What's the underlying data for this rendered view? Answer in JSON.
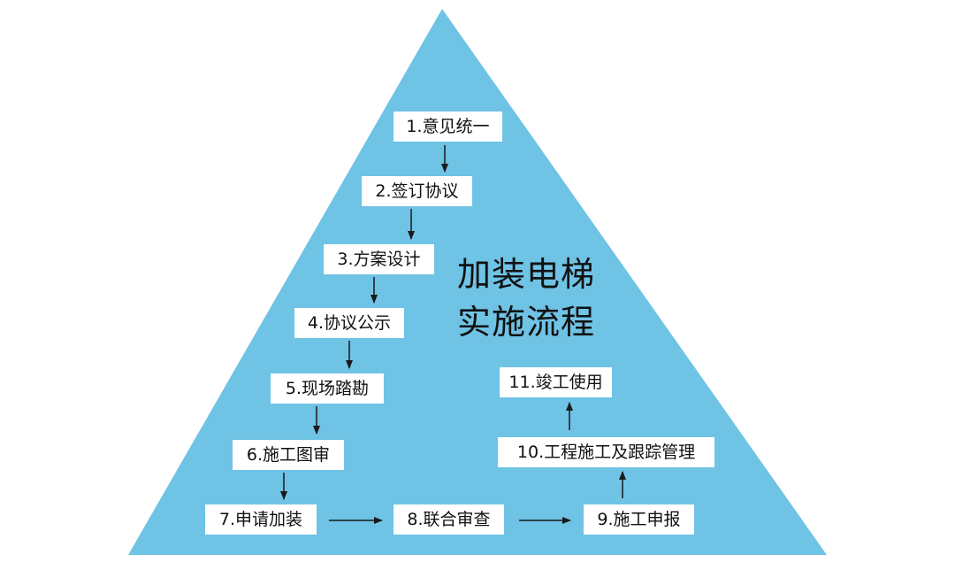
{
  "colors": {
    "background": "#ffffff",
    "triangle": "#6fc3e5",
    "box": "#ffffff",
    "text": "#111111",
    "arrow": "#1a1a1a"
  },
  "title": {
    "line1": "加装电梯",
    "line2": "实施流程"
  },
  "steps": [
    "1.意见统一",
    "2.签订协议",
    "3.方案设计",
    "4.协议公示",
    "5.现场踏勘",
    "6.施工图审",
    "7.申请加装",
    "8.联合审查",
    "9.施工申报",
    "10.工程施工及跟踪管理",
    "11.竣工使用"
  ]
}
